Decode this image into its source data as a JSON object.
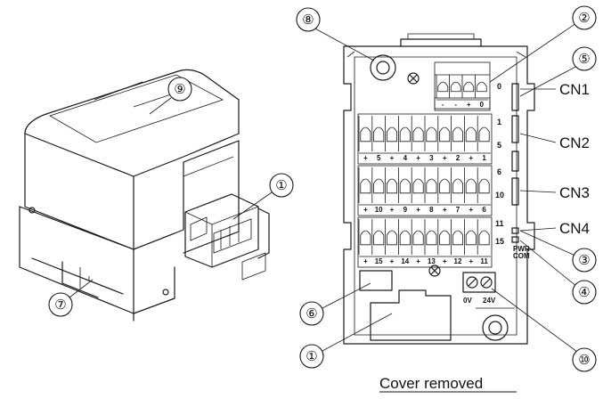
{
  "callouts": {
    "c1": "①",
    "c2": "②",
    "c3": "③",
    "c4": "④",
    "c5": "⑤",
    "c6": "⑥",
    "c7": "⑦",
    "c8": "⑧",
    "c9": "⑨",
    "c10": "⑩"
  },
  "connectors": {
    "cn1": "CN1",
    "cn2": "CN2",
    "cn3": "CN3",
    "cn4": "CN4"
  },
  "caption": "Cover removed",
  "terminal_rows": {
    "row0": [
      "-",
      "-",
      "+",
      "0"
    ],
    "row1": [
      "+",
      "5",
      "+",
      "4",
      "+",
      "3",
      "+",
      "2",
      "+",
      "1"
    ],
    "row2": [
      "+",
      "10",
      "+",
      "9",
      "+",
      "8",
      "+",
      "7",
      "+",
      "6"
    ],
    "row3": [
      "+",
      "15",
      "+",
      "14",
      "+",
      "13",
      "+",
      "12",
      "+",
      "11"
    ]
  },
  "channel_numbers": {
    "n0": "0",
    "n1": "1",
    "n5": "5",
    "n6": "6",
    "n10": "10",
    "n11": "11",
    "n15": "15"
  },
  "power_labels": {
    "ov": "0V",
    "v24": "24V"
  },
  "small_labels": {
    "com": "COM",
    "pwr": "PWR"
  }
}
